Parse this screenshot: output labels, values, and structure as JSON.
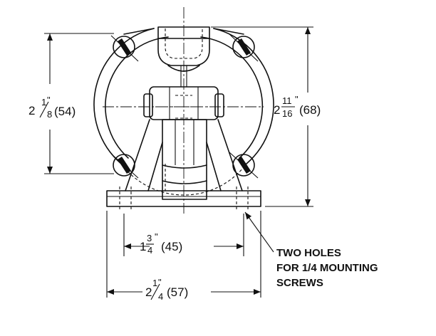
{
  "dimensions": {
    "width_overall": {
      "whole": "2",
      "num": "1",
      "den": "4",
      "in_mark": "\"",
      "mm": "(57)"
    },
    "width_holes": {
      "whole": "1",
      "num": "3",
      "den": "4",
      "in_mark": "\"",
      "mm": "(45)"
    },
    "height_holes": {
      "whole": "2",
      "num": "1",
      "den": "8",
      "in_mark": "\"",
      "mm": "(54)"
    },
    "height_overall": {
      "whole": "2",
      "num": "11",
      "den": "16",
      "in_mark": "\"",
      "mm": "(68)"
    }
  },
  "note": {
    "line1": "TWO HOLES",
    "line2": "FOR 1/4  MOUNTING",
    "line3": "SCREWS"
  }
}
